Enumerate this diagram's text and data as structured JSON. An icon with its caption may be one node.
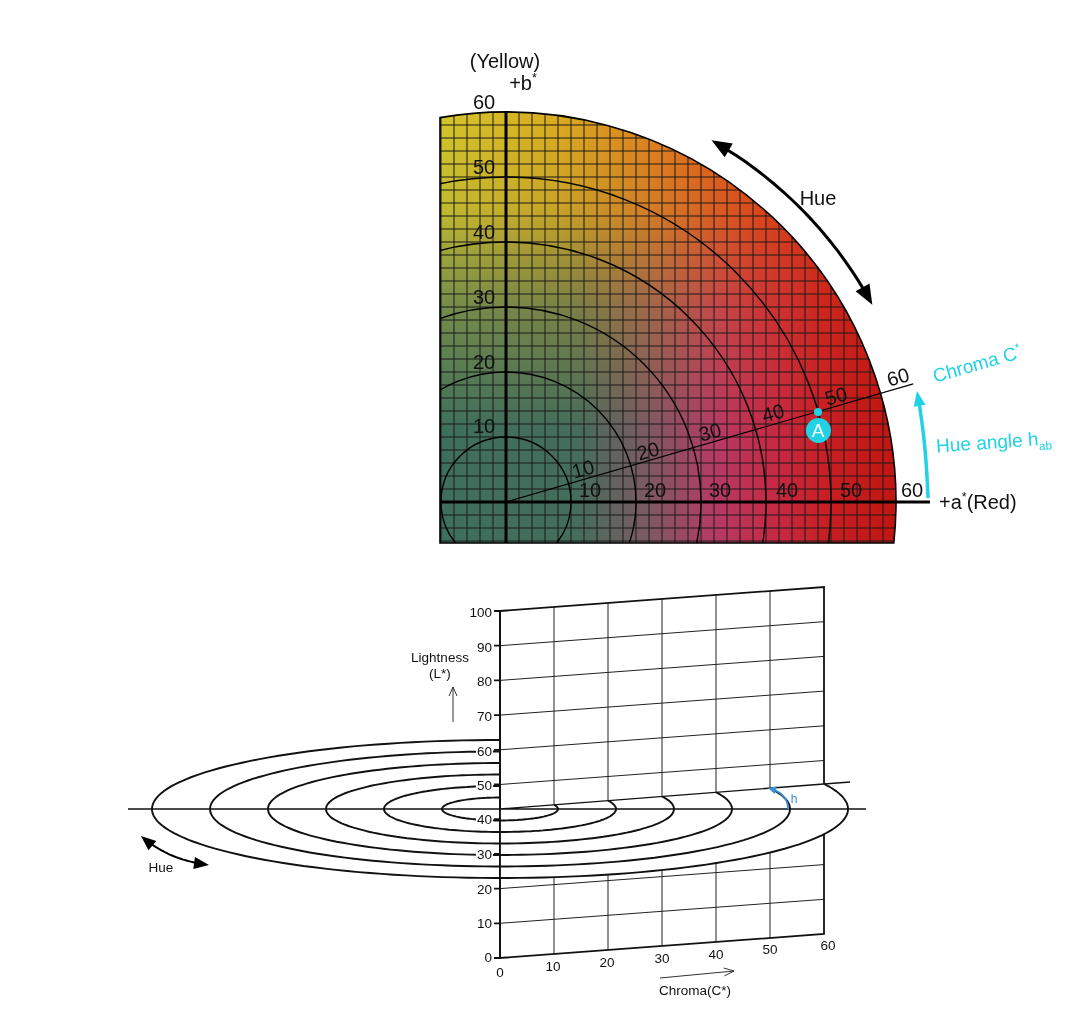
{
  "diagram": {
    "nodes": [
      {
        "text": [
          "A"
        ]
      }
    ],
    "labels": [
      "(Yellow)",
      "+b$^{*}$",
      "60",
      "Hue",
      "50",
      "40",
      "30",
      "20",
      "Chroma C$^{*}$",
      "60",
      "50",
      "10",
      "40",
      "Hue angle h$_{ab}$",
      "30",
      "20",
      "10",
      "10",
      "20",
      "30",
      "40",
      "50",
      "60",
      "+a$^{*}$(Red)",
      "100",
      "90",
      "Lightness (L*)",
      "80",
      "70",
      "60",
      "50",
      "40",
      "h",
      "30",
      "Hue",
      "20",
      "10",
      "0",
      "0",
      "10",
      "20",
      "30",
      "40",
      "50",
      "60",
      "Chroma(C*)"
    ]
  }
}
